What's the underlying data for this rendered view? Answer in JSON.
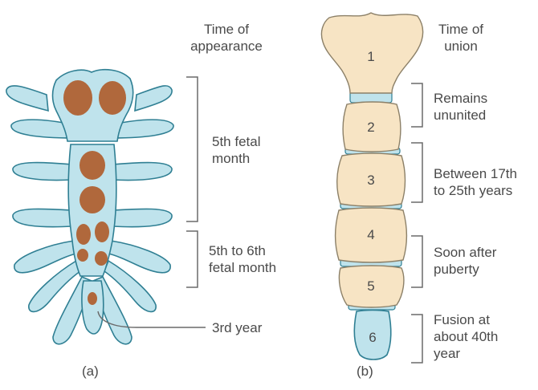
{
  "colors": {
    "cartilage_fill": "#bfe3ec",
    "cartilage_stroke": "#2f7f93",
    "ossification": "#b0683c",
    "bone_fill": "#f7e4c4",
    "bone_stroke": "#8c8068",
    "disc_fill": "#bfe3ec",
    "bracket": "#6a6a6a",
    "text": "#4a4a4a"
  },
  "panel_a": {
    "caption": "(a)",
    "heading_line1": "Time of",
    "heading_line2": "appearance",
    "labels": [
      {
        "line1": "5th fetal",
        "line2": "month"
      },
      {
        "line1": "5th to 6th",
        "line2": "fetal month"
      }
    ],
    "pointer_label": "3rd year"
  },
  "panel_b": {
    "caption": "(b)",
    "heading_line1": "Time of",
    "heading_line2": "union",
    "segments": [
      "1",
      "2",
      "3",
      "4",
      "5",
      "6"
    ],
    "labels": [
      {
        "line1": "Remains",
        "line2": "ununited",
        "line3": ""
      },
      {
        "line1": "Between 17th",
        "line2": "to 25th years",
        "line3": ""
      },
      {
        "line1": "Soon after",
        "line2": "puberty",
        "line3": ""
      },
      {
        "line1": "Fusion at",
        "line2": "about 40th",
        "line3": "year"
      }
    ]
  }
}
